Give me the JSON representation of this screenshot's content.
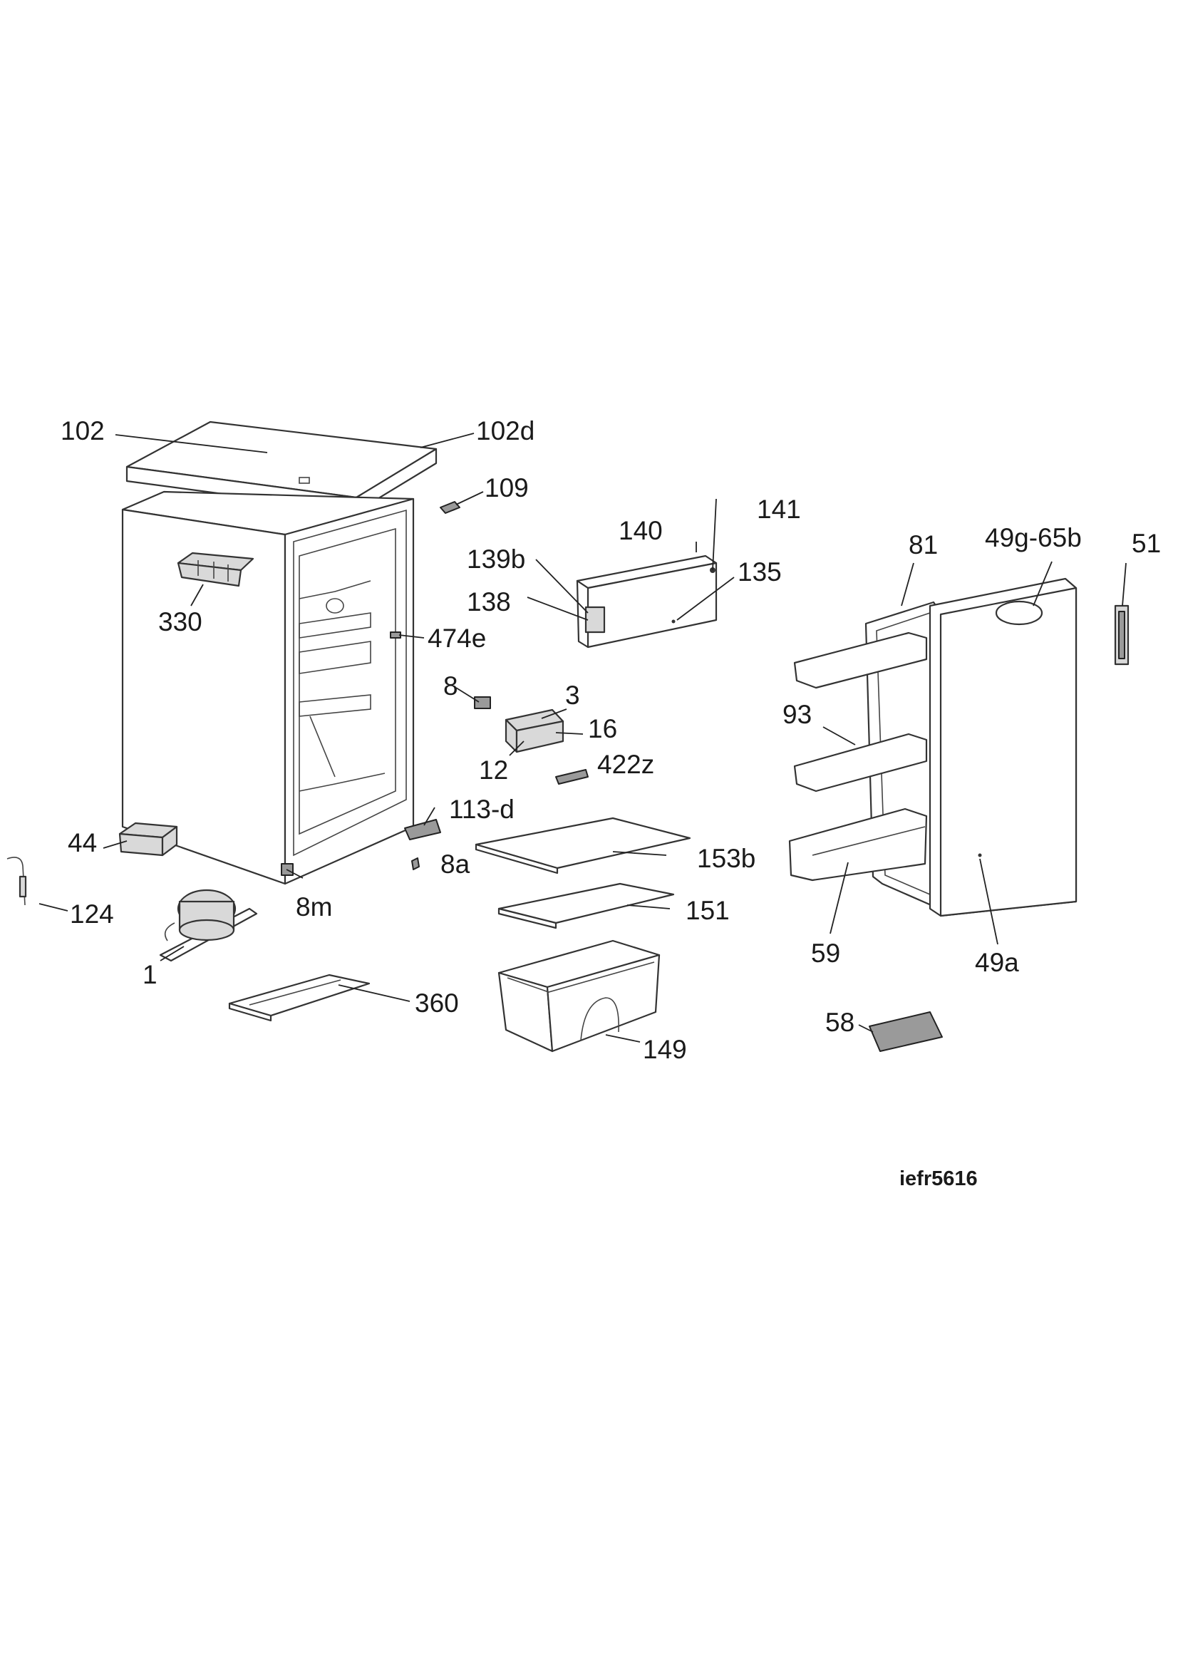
{
  "diagram": {
    "model_code": "iefr5616",
    "callouts": {
      "c102": "102",
      "c102d": "102d",
      "c109": "109",
      "c330": "330",
      "c474e": "474e",
      "c140": "140",
      "c141": "141",
      "c139b": "139b",
      "c135": "135",
      "c138": "138",
      "c8": "8",
      "c3": "3",
      "c16": "16",
      "c12": "12",
      "c422z": "422z",
      "c113d": "113-d",
      "c8a": "8a",
      "c153b": "153b",
      "c151": "151",
      "c44": "44",
      "c124": "124",
      "c8m": "8m",
      "c1": "1",
      "c360": "360",
      "c149": "149",
      "c81": "81",
      "c49g65b": "49g-65b",
      "c51": "51",
      "c93": "93",
      "c59": "59",
      "c49a": "49a",
      "c58": "58"
    }
  }
}
